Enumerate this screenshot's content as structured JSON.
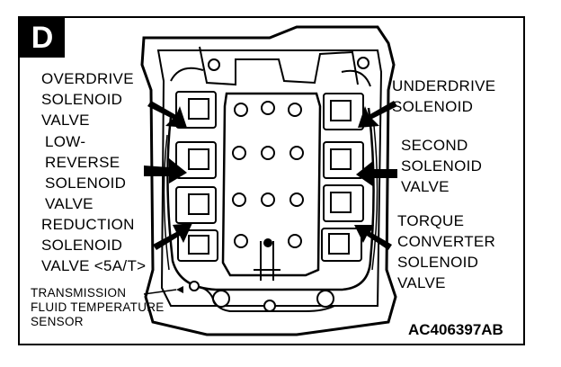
{
  "badge": "D",
  "figure_code": "AC406397AB",
  "labels": {
    "overdrive": [
      "OVERDRIVE",
      "SOLENOID",
      "VALVE"
    ],
    "low_reverse": [
      "LOW-",
      "REVERSE",
      "SOLENOID",
      "VALVE"
    ],
    "reduction": [
      "REDUCTION",
      "SOLENOID",
      "VALVE <5A/T>"
    ],
    "fluid_temp": [
      "TRANSMISSION",
      "FLUID TEMPERATURE",
      "SENSOR"
    ],
    "underdrive": [
      "UNDERDRIVE",
      "SOLENOID"
    ],
    "second": [
      "SECOND",
      "SOLENOID",
      "VALVE"
    ],
    "torque": [
      "TORQUE",
      "CONVERTER",
      "SOLENOID",
      "VALVE"
    ]
  }
}
